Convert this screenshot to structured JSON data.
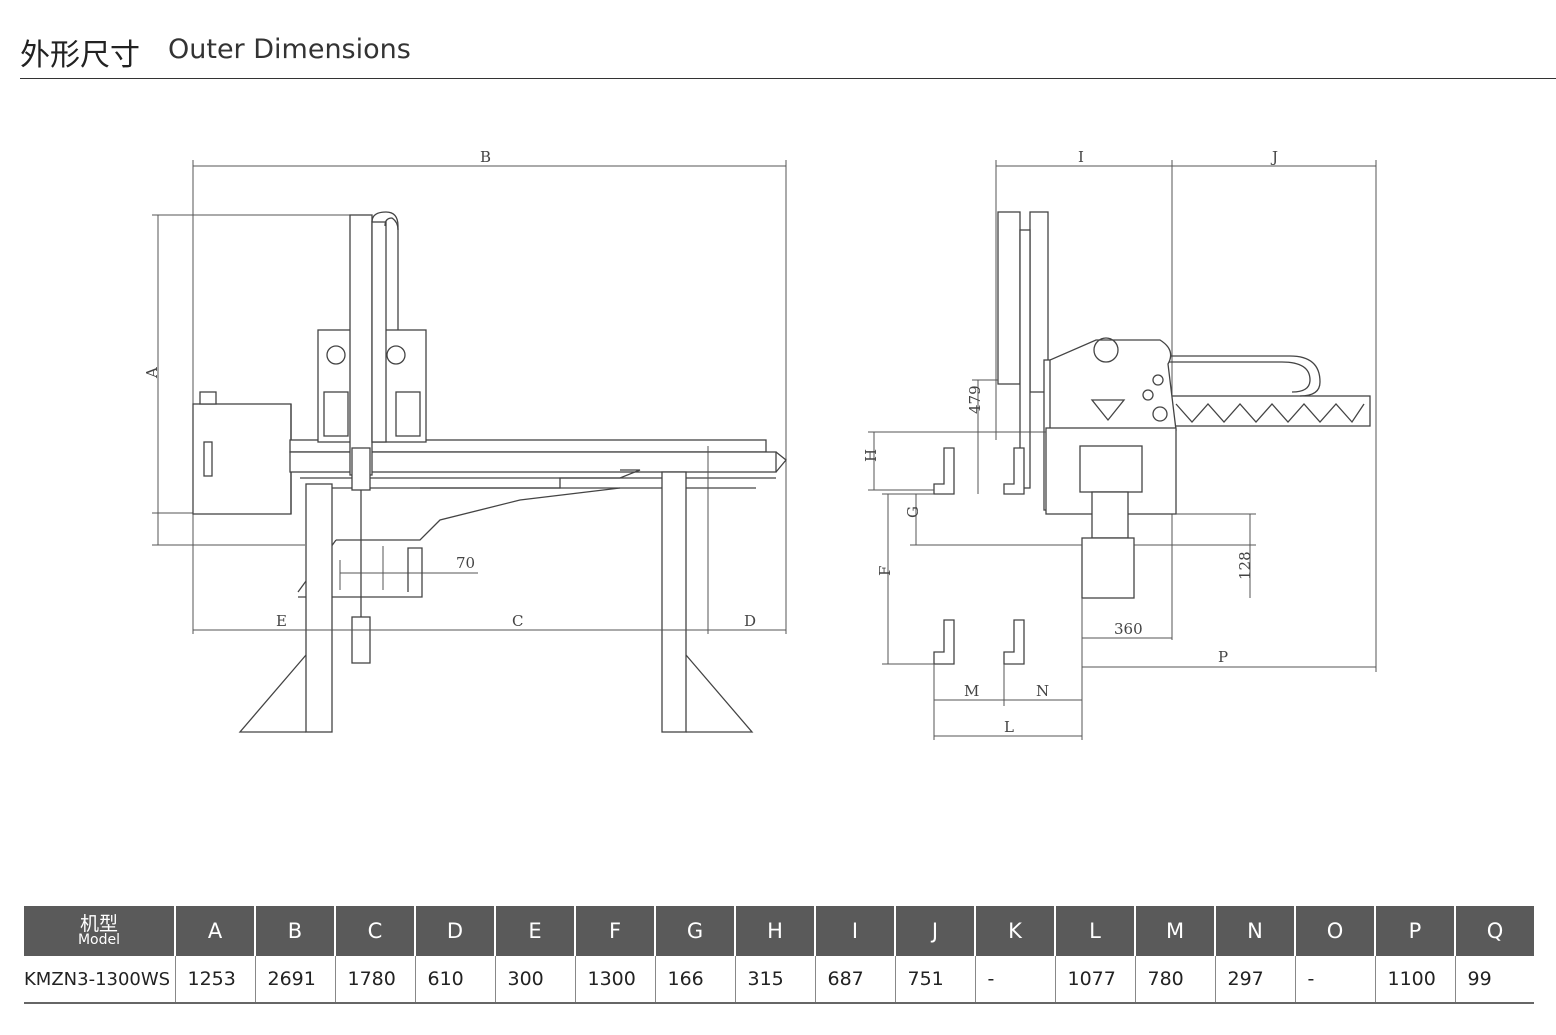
{
  "header": {
    "title_zh": "外形尺寸",
    "title_en": "Outer Dimensions"
  },
  "diagram_labels": {
    "A": "A",
    "B": "B",
    "C": "C",
    "D": "D",
    "E": "E",
    "F": "F",
    "G": "G",
    "H": "H",
    "I": "I",
    "J": "J",
    "L": "L",
    "M": "M",
    "N": "N",
    "P": "P",
    "d70": "70",
    "d479": "479",
    "d128": "128",
    "d360": "360"
  },
  "table": {
    "model_zh": "机型",
    "model_en": "Model",
    "columns": [
      "A",
      "B",
      "C",
      "D",
      "E",
      "F",
      "G",
      "H",
      "I",
      "J",
      "K",
      "L",
      "M",
      "N",
      "O",
      "P",
      "Q"
    ],
    "rows": [
      {
        "model": "KMZN3-1300WS",
        "values": [
          "1253",
          "2691",
          "1780",
          "610",
          "300",
          "1300",
          "166",
          "315",
          "687",
          "751",
          "-",
          "1077",
          "780",
          "297",
          "-",
          "1100",
          "99"
        ]
      }
    ]
  }
}
